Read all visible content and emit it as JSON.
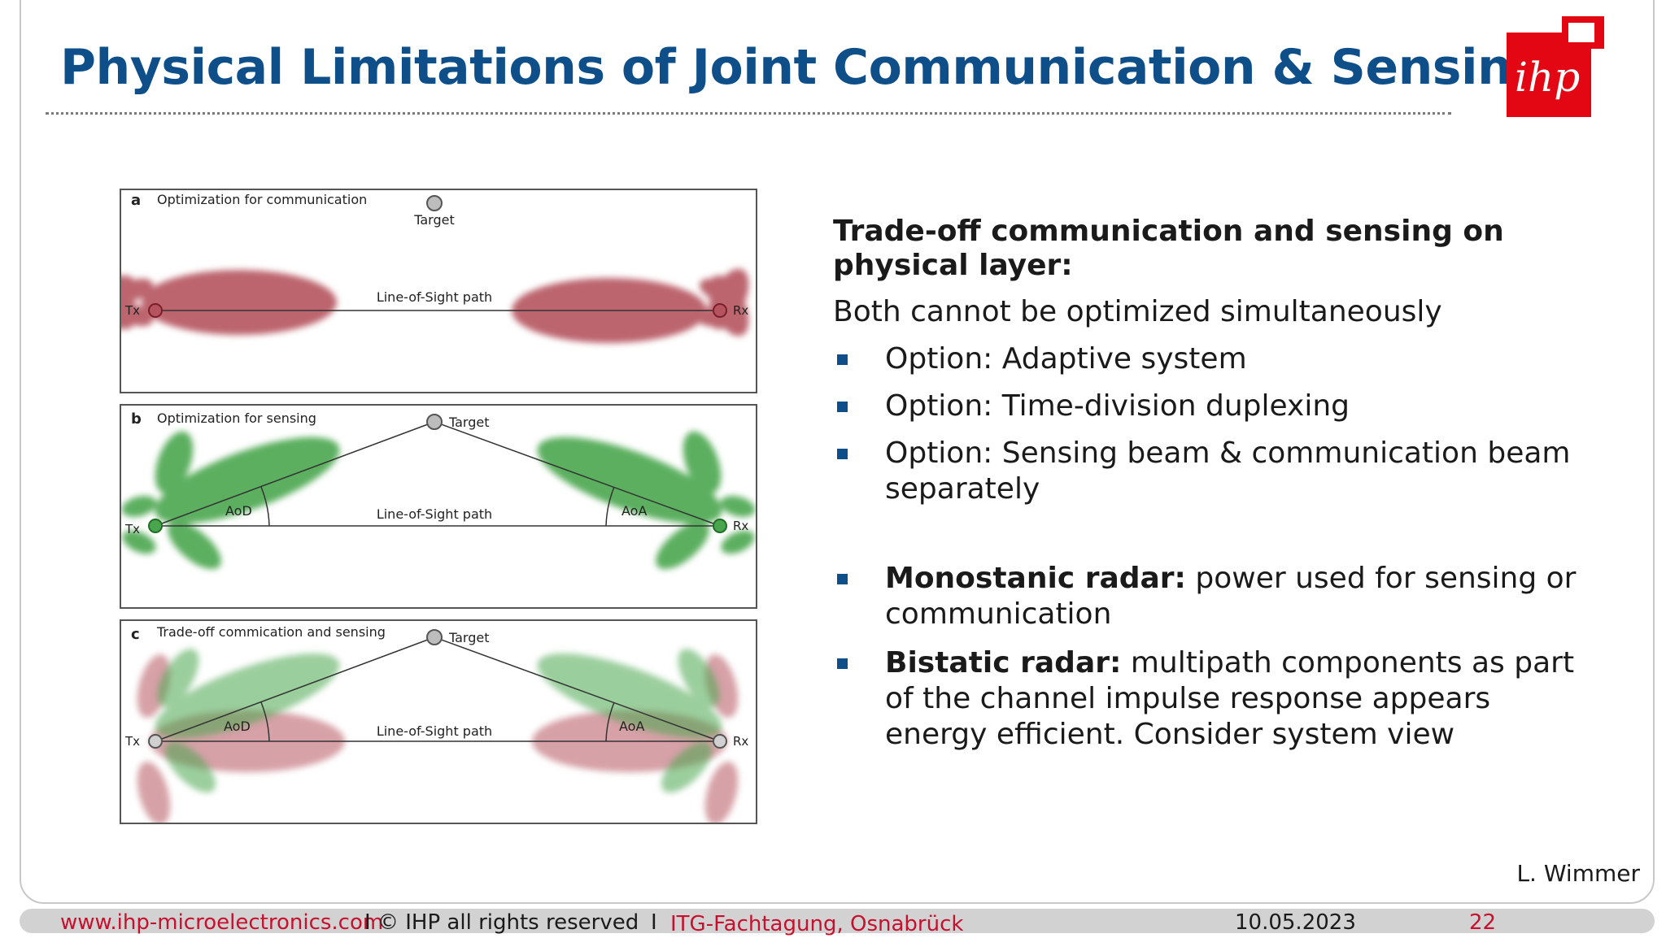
{
  "slide": {
    "title": "Physical Limitations of Joint Communication & Sensing",
    "logo": {
      "text": "ihp",
      "color": "#e30613"
    }
  },
  "figure": {
    "panels": [
      {
        "letter": "a",
        "caption": "Optimization for communication",
        "target": "Target",
        "los": "Line-of-Sight path",
        "tx": "Tx",
        "rx": "Rx",
        "lobe_color": "#b5545e"
      },
      {
        "letter": "b",
        "caption": "Optimization for sensing",
        "target": "Target",
        "los": "Line-of-Sight path",
        "tx": "Tx",
        "rx": "Rx",
        "aod": "AoD",
        "aoa": "AoA",
        "lobe_color": "#4aa64e"
      },
      {
        "letter": "c",
        "caption": "Trade-off commication and sensing",
        "target": "Target",
        "los": "Line-of-Sight path",
        "tx": "Tx",
        "rx": "Rx",
        "aod": "AoD",
        "aoa": "AoA"
      }
    ]
  },
  "content": {
    "heading": "Trade-off communication and sensing on physical layer:",
    "intro": "Both cannot be optimized simultaneously",
    "options": [
      "Option: Adaptive system",
      "Option: Time-division duplexing",
      "Option: Sensing beam & communication beam separately"
    ],
    "radars": [
      {
        "term": "Monostanic radar:",
        "text": " power used for sensing or communication"
      },
      {
        "term": "Bistatic radar:",
        "text": " multipath components as part of the channel impulse response appears energy efficient. Consider system view"
      }
    ],
    "bullet_color": "#0e4f8a"
  },
  "author": "L. Wimmer",
  "footer": {
    "website": "www.ihp-microelectronics.com",
    "sep1": "I",
    "copyright": "© IHP all rights reserved",
    "sep2": "I",
    "event": "ITG-Fachtagung, Osnabrück",
    "date": "10.05.2023",
    "page": "22"
  }
}
